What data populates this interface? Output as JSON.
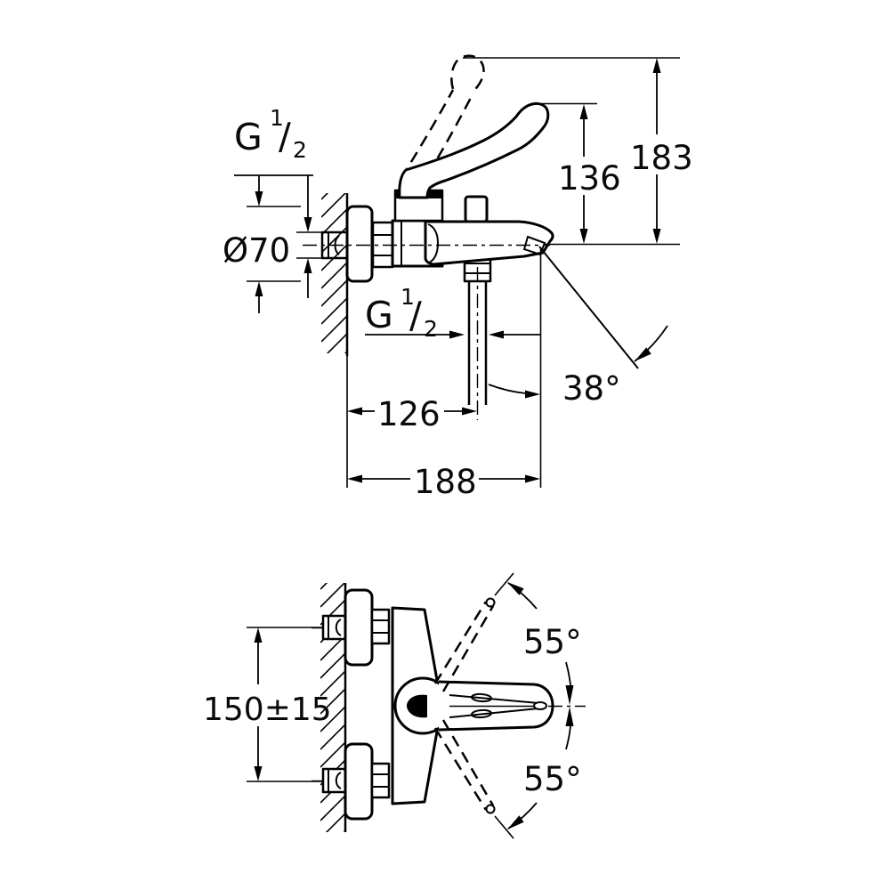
{
  "colors": {
    "ink": "#000000",
    "paper": "#ffffff"
  },
  "labels": {
    "side_view": {
      "inlet_thread": {
        "prefix": "G",
        "numerator": "1",
        "fraction_slash": "/",
        "denominator": "2"
      },
      "escutcheon_diameter": "Ø70",
      "handle_height": "136",
      "overall_height": "183",
      "outlet_thread": {
        "prefix": "G",
        "numerator": "1",
        "fraction_slash": "/",
        "denominator": "2"
      },
      "spout_projection": "126",
      "overall_projection": "188",
      "spray_angle": "38°"
    },
    "front_view": {
      "mounting_distance": "150±15",
      "swing_angle_upper": "55°",
      "swing_angle_lower": "55°"
    }
  }
}
